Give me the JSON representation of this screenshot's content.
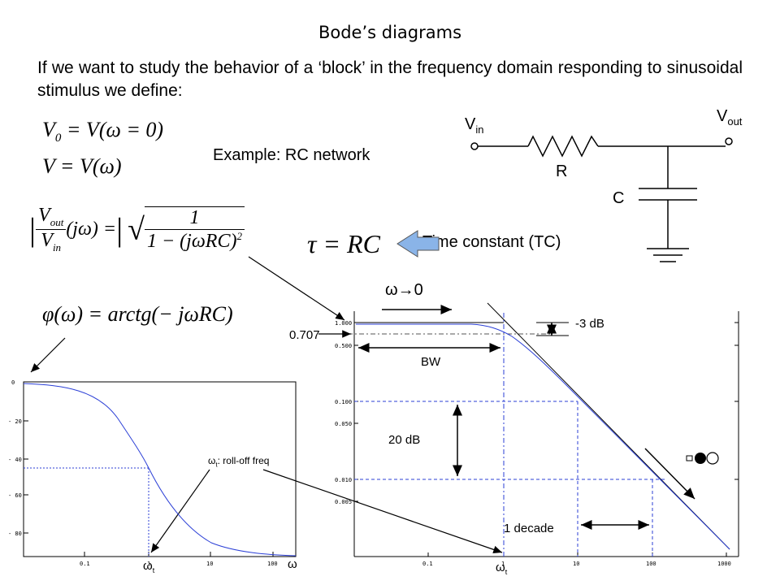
{
  "title": "Bode’s diagrams",
  "intro": "If we want to study the behavior of a ‘block’ in the frequency domain responding to sinusoidal stimulus we define:",
  "equations": {
    "v0_lhs": "V",
    "v0_sub": "0",
    "v0_rhs": "= V(ω = 0)",
    "v_lhs": "V",
    "v_rhs": "= V(ω)",
    "gain_num": "V",
    "gain_num_sub": "out",
    "gain_den": "V",
    "gain_den_sub": "in",
    "gain_mid": "(jω) =",
    "gain_root_num": "1",
    "gain_root_den": "1 − (jωRC)",
    "gain_exp": "2",
    "tau": "τ = RC",
    "phase": "φ(ω) = arctg(− jωRC)"
  },
  "example_label": "Example: RC network",
  "circuit": {
    "vin_main": "V",
    "vin_sub": "in",
    "vout_main": "V",
    "vout_sub": "out",
    "r_label": "R",
    "c_label": "C"
  },
  "time_constant_label": "Time constant (TC)",
  "omega_zero_label": "ω→0",
  "left_plot": {
    "y_ticks": [
      "0",
      "- 20",
      "- 40",
      "- 60",
      "- 80"
    ],
    "x_ticks": [
      "0.1",
      "1",
      "10",
      "100"
    ],
    "omega_t_main": "ω",
    "omega_t_sub": "t",
    "omega_axis": "ω",
    "rolloff_main": "ω",
    "rolloff_sub": "t",
    "rolloff_rest": ": roll-off freq"
  },
  "right_plot": {
    "y_ticks": [
      "1.000",
      "0.500",
      "0.100",
      "0.050",
      "0.010",
      "0.005"
    ],
    "x_ticks": [
      "0.1",
      "1",
      "10",
      "100",
      "1000"
    ],
    "level_707": "0.707",
    "minus3db": "-3 dB",
    "bw": "BW",
    "db20": "20 dB",
    "decade": "1 decade",
    "omega_t_main": "ω",
    "omega_t_sub": "t"
  },
  "colors": {
    "curve": "#2b3fd6",
    "guide": "#2b3fd6",
    "arrow": "#8ab4e8",
    "axis": "#000000"
  }
}
